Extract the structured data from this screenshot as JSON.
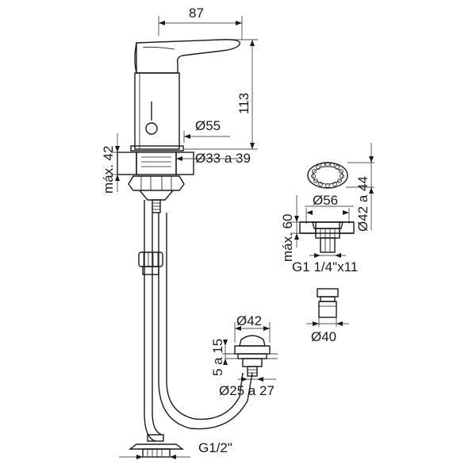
{
  "labels": {
    "width_87": "87",
    "height_113": "113",
    "dia_55": "Ø55",
    "dia_33_39": "Ø33 a 39",
    "max_42": "máx. 42",
    "dia_42_44": "Ø42 a 44",
    "dia_56": "Ø56",
    "max_60": "máx. 60",
    "g1": "G1 1/4\"x11",
    "dia_40": "Ø40",
    "range_15": "5 a 15",
    "dia_42": "Ø42",
    "dia_25_27": "Ø25 a 27",
    "g12": "G1/2\""
  }
}
